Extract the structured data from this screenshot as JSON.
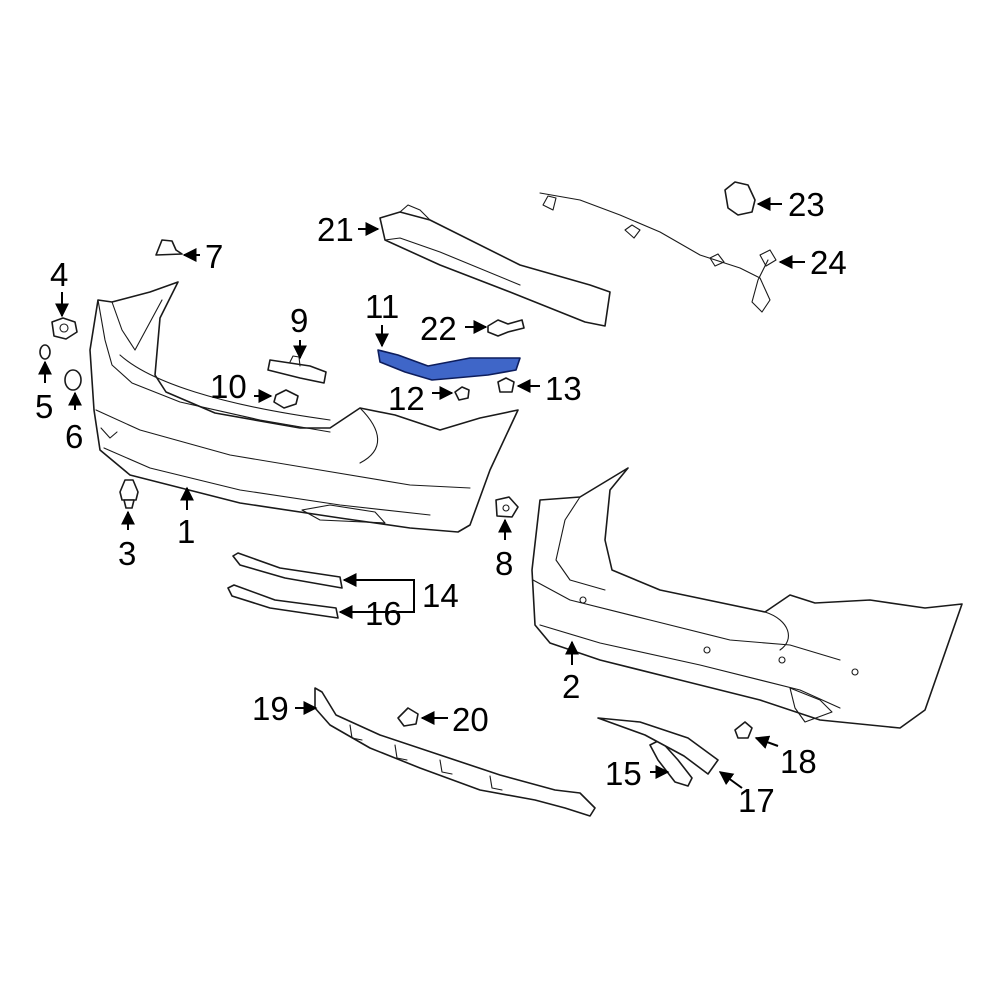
{
  "colors": {
    "line": "#1a1a1a",
    "highlight": "#3f66c8",
    "background": "#ffffff"
  },
  "callouts": {
    "c1": "1",
    "c2": "2",
    "c3": "3",
    "c4": "4",
    "c5": "5",
    "c6": "6",
    "c7": "7",
    "c8": "8",
    "c9": "9",
    "c10": "10",
    "c11": "11",
    "c12": "12",
    "c13": "13",
    "c14": "14",
    "c15": "15",
    "c16": "16",
    "c17": "17",
    "c18": "18",
    "c19": "19",
    "c20": "20",
    "c21": "21",
    "c22": "22",
    "c23": "23",
    "c24": "24"
  },
  "highlighted_part": "11"
}
